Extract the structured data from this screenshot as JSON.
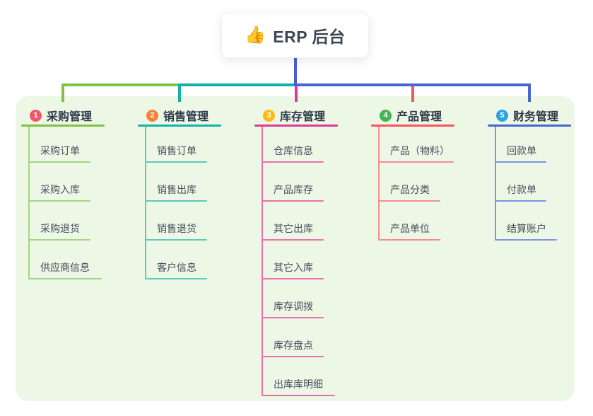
{
  "root": {
    "icon": "👍",
    "title": "ERP 后台",
    "line_color": "#4a5bd6"
  },
  "panel": {
    "bg_color": "#ecf7e6"
  },
  "branches": [
    {
      "badge": "1",
      "badge_color": "#f2566b",
      "line_color": "#7fc241",
      "child_line_color": "#a5d584",
      "label": "采购管理",
      "children": [
        "采购订单",
        "采购入库",
        "采购退货",
        "供应商信息"
      ]
    },
    {
      "badge": "2",
      "badge_color": "#f7823d",
      "line_color": "#12b3a6",
      "child_line_color": "#5ec9bd",
      "label": "销售管理",
      "children": [
        "销售订单",
        "销售出库",
        "销售退货",
        "客户信息"
      ]
    },
    {
      "badge": "3",
      "badge_color": "#fbba12",
      "line_color": "#dd3a97",
      "child_line_color": "#ee6fab",
      "label": "库存管理",
      "children": [
        "仓库信息",
        "产品库存",
        "其它出库",
        "其它入库",
        "库存调拨",
        "库存盘点",
        "出库库明细"
      ]
    },
    {
      "badge": "4",
      "badge_color": "#41b553",
      "line_color": "#f4555e",
      "child_line_color": "#f48d92",
      "label": "产品管理",
      "children": [
        "产品（物料）",
        "产品分类",
        "产品单位"
      ]
    },
    {
      "badge": "5",
      "badge_color": "#2aa3de",
      "line_color": "#4465d3",
      "child_line_color": "#7d96de",
      "label": "财务管理",
      "children": [
        "回款单",
        "付款单",
        "结算账户"
      ]
    }
  ]
}
